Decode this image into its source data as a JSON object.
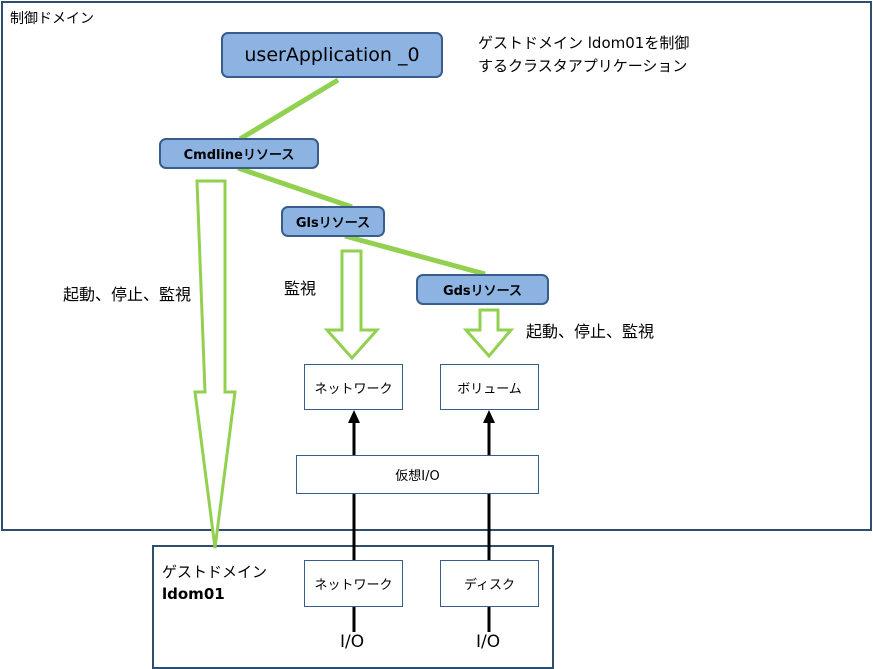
{
  "control_domain": {
    "title": "制御ドメイン"
  },
  "user_app": {
    "label": "userApplication _0",
    "note_line1": "ゲストドメイン ldom01を制御",
    "note_line2": "するクラスタアプリケーション"
  },
  "resources": {
    "cmdline": "Cmdlineリソース",
    "gls": "Glsリソース",
    "gds": "Gdsリソース"
  },
  "actions": {
    "cmdline_action": "起動、停止、監視",
    "gls_action": "監視",
    "gds_action": "起動、停止、監視"
  },
  "boxes": {
    "network_top": "ネットワーク",
    "volume": "ボリューム",
    "virtual_io": "仮想I/O",
    "network_bottom": "ネットワーク",
    "disk": "ディスク"
  },
  "guest_domain": {
    "line1": "ゲストドメイン",
    "line2": "ldom01"
  },
  "io_labels": {
    "left": "I/O",
    "right": "I/O"
  },
  "colors": {
    "resource_fill": "#8db3e2",
    "resource_border": "#385d8a",
    "connector": "#92d050",
    "frame_border": "#2e4e6e"
  }
}
